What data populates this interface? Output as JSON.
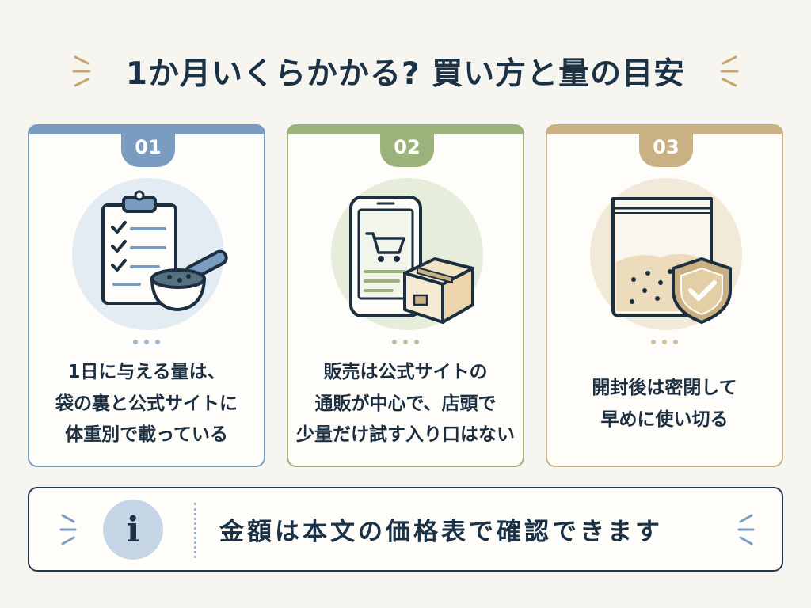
{
  "title": "1か月いくらかかる? 買い方と量の目安",
  "colors": {
    "navy": "#1b3246",
    "blue": "#7a9cc0",
    "green": "#9bb27a",
    "tan": "#c9b184",
    "background": "#f7f5f0"
  },
  "cards": [
    {
      "number": "01",
      "icon": "clipboard-scoop-icon",
      "lines": [
        "1日に与える量は、",
        "袋の裏と公式サイトに",
        "体重別で載っている"
      ]
    },
    {
      "number": "02",
      "icon": "smartphone-cart-box-icon",
      "lines": [
        "販売は公式サイトの",
        "通販が中心で、店頭で",
        "少量だけ試す入り口はない"
      ]
    },
    {
      "number": "03",
      "icon": "bag-shield-icon",
      "lines": [
        "開封後は密閉して",
        "早めに使い切る"
      ]
    }
  ],
  "note": {
    "icon": "info-icon",
    "icon_glyph": "i",
    "text": "金額は本文の価格表で確認できます"
  }
}
